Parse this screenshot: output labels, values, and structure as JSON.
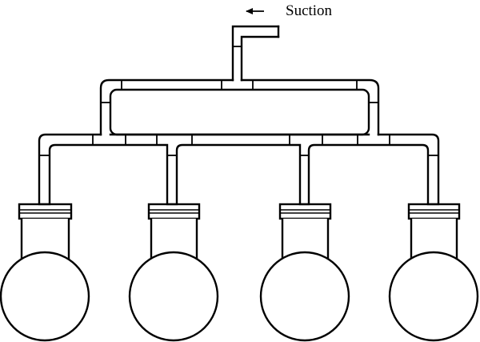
{
  "suction_label": "Suction",
  "arrow_direction": "left",
  "flask_count": 4,
  "colors": {
    "line": "#000000",
    "background": "#ffffff"
  }
}
